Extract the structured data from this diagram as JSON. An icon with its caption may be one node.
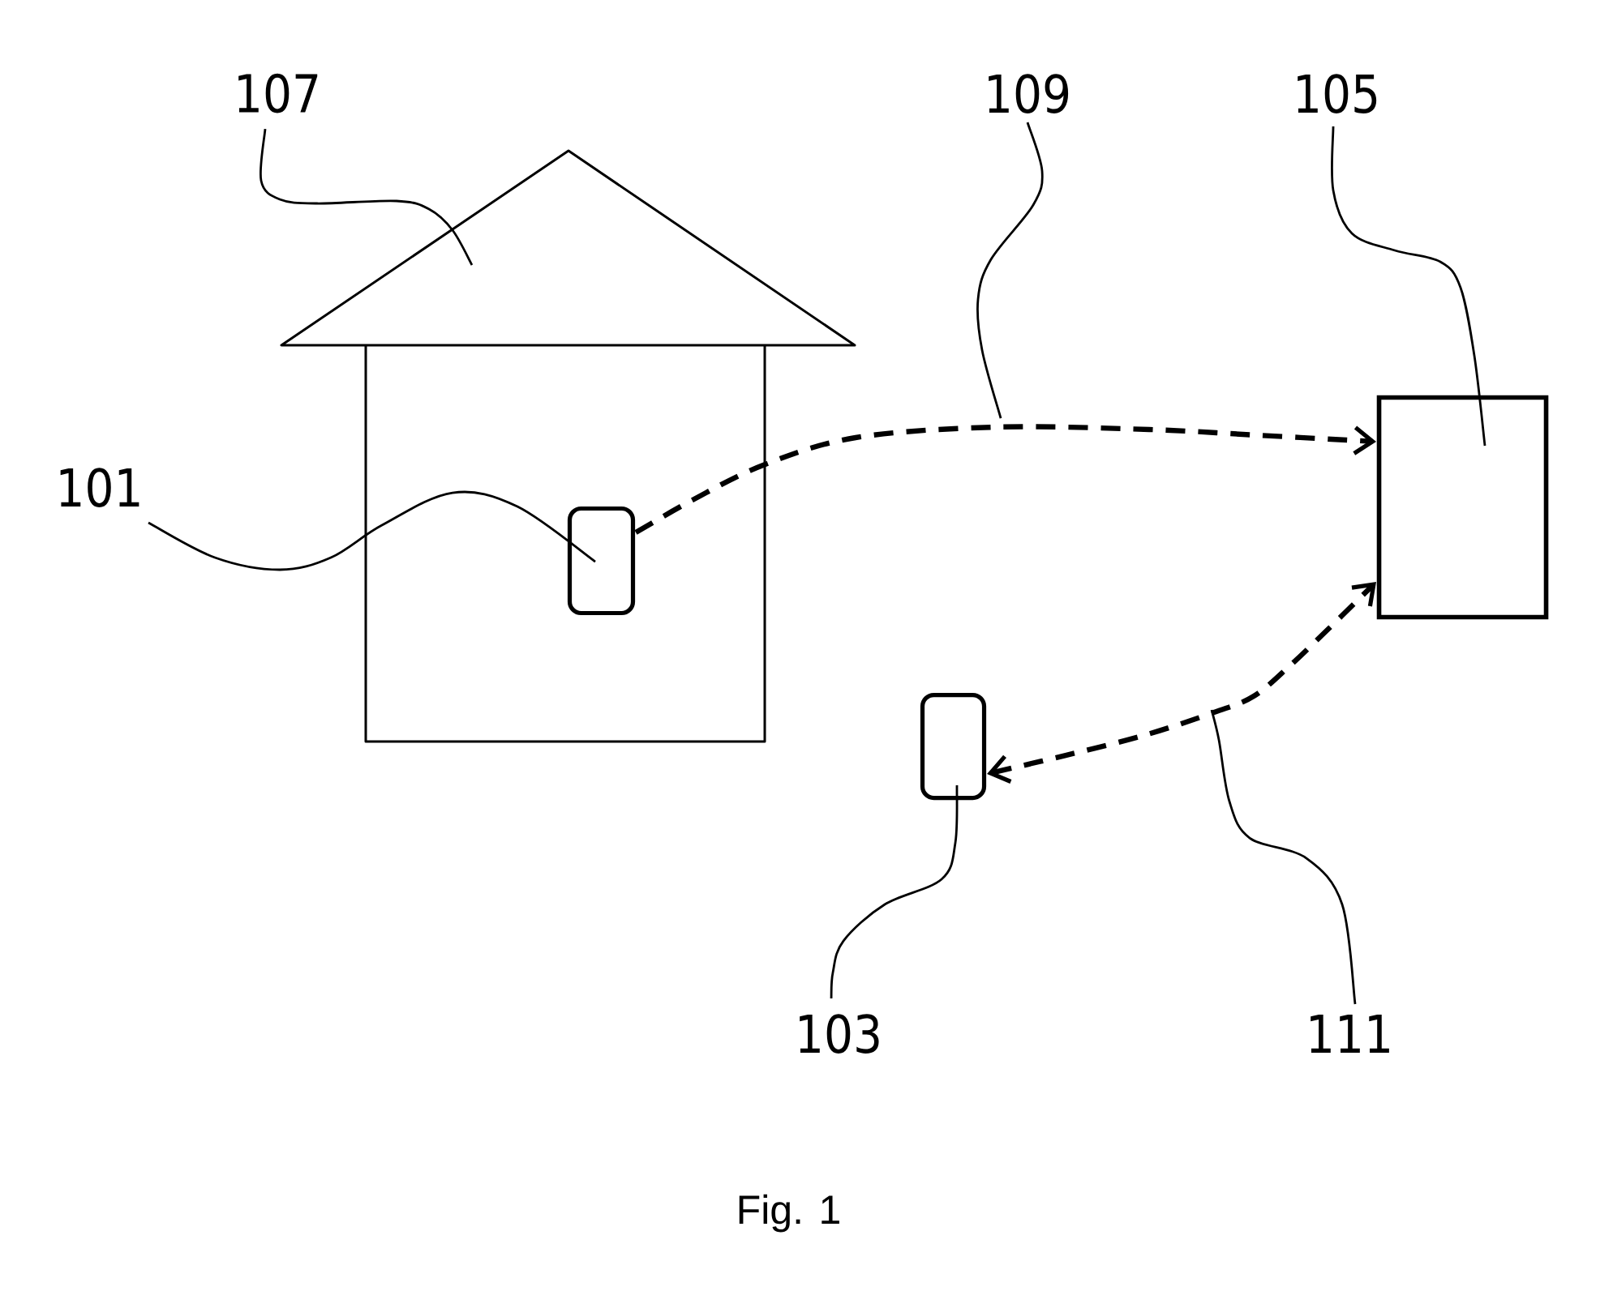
{
  "diagram": {
    "caption": "Fig. 1",
    "nodes": [
      {
        "text": [
          "107"
        ]
      },
      {
        "text": [],
        "shape": "picture"
      },
      {
        "text": [
          "109"
        ]
      },
      {
        "text": [
          "105"
        ]
      },
      {
        "text": [
          "101"
        ]
      },
      {
        "text": [],
        "shape": "box",
        "in": 1
      },
      {
        "text": [],
        "shape": "box"
      },
      {
        "text": [],
        "shape": "box"
      },
      {
        "text": [
          "103"
        ]
      },
      {
        "text": [
          "111"
        ]
      }
    ],
    "edges": [
      {
        "from": 0,
        "to": 1,
        "arrow": "none"
      },
      {
        "from": 2,
        "to": null,
        "arrow": "none"
      },
      {
        "from": 3,
        "to": 6,
        "arrow": "none"
      },
      {
        "from": 4,
        "to": 5,
        "arrow": "none"
      },
      {
        "from": 5,
        "to": 6,
        "arrow": "to",
        "style": "dashed"
      },
      {
        "from": 7,
        "to": 6,
        "arrow": "both",
        "style": "dashed"
      },
      {
        "from": 8,
        "to": 7,
        "arrow": "none"
      },
      {
        "from": 9,
        "to": null,
        "arrow": "none"
      }
    ]
  }
}
